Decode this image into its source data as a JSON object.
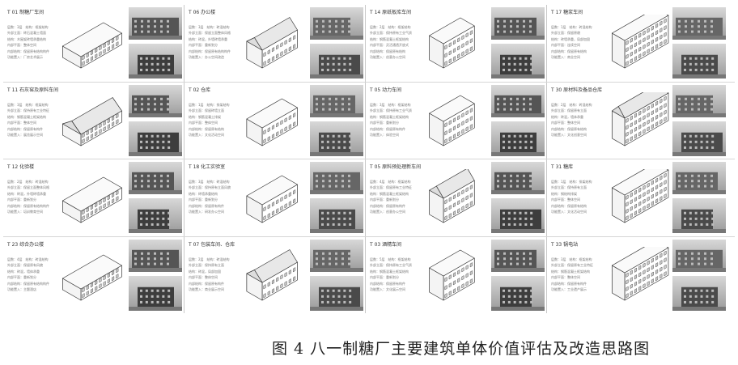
{
  "caption": "图 4  八一制糖厂主要建筑单体价值评估及改造思路图",
  "cells": [
    {
      "title": "T 01 制糖厂车间",
      "lines": [
        "层数：3层　结构：框架结构",
        "外部立面：砖石混凝土墙面",
        "结构：木屋架砖墙承重结构",
        "内部平面：整体空间",
        "内部结构：保留原有结构构件",
        "功能置入：厂房艺术展示"
      ]
    },
    {
      "title": "T 06 办公楼",
      "lines": [
        "层数：3层　结构：砖混结构",
        "外部立面：保留立面整体风格",
        "结构：砖混，外墙砖墙承重",
        "内部平面：重新划分",
        "内部结构：保留原有结构构件",
        "功能置入：办公空间改造"
      ]
    },
    {
      "title": "T 14 原纸板库车间",
      "lines": [
        "层数：2层　结构：框架结构",
        "外部立面：保持原有工业气质",
        "结构：钢筋混凝土框架结构",
        "内部平面：灵活通透开放式",
        "内部结构：保留原有结构",
        "功能置入：创意办公空间"
      ]
    },
    {
      "title": "T 17 糖浆车间",
      "lines": [
        "层数：1层　结构：砖混结构",
        "外部立面：保留原貌",
        "结构：砖墙承重，局部加固",
        "内部平面：连续空间",
        "内部结构：保留原有结构",
        "功能置入：商业空间"
      ]
    },
    {
      "title": "T 11 石灰窑及原料车间",
      "lines": [
        "层数：3层　结构：框架结构",
        "外部立面：保持原有工业特征",
        "结构：钢筋混凝土框架结构",
        "内部平面：整体空间",
        "内部结构：保留原有构件",
        "功能置入：展览展示空间"
      ]
    },
    {
      "title": "T 02 仓库",
      "lines": [
        "层数：1层　结构：排架结构",
        "外部立面：保留砖墙立面",
        "结构：钢筋混凝土排架",
        "内部平面：整体空间",
        "内部结构：保留原有结构",
        "功能置入：文化活动空间"
      ]
    },
    {
      "title": "T 05 动力车间",
      "lines": [
        "层数：3层　结构：框架结构",
        "外部立面：保持原有工业气质",
        "结构：钢筋混凝土框架结构",
        "内部平面：重新划分",
        "内部结构：保留原有构件",
        "功能置入：体验空间"
      ]
    },
    {
      "title": "T 30 原材料及备品仓库",
      "lines": [
        "层数：2层　结构：砖混结构",
        "外部立面：保留原有立面",
        "结构：砖混，墙体承重",
        "内部平面：整体空间",
        "内部结构：保留原有结构",
        "功能置入：文化创意空间"
      ]
    },
    {
      "title": "T 12 化验楼",
      "lines": [
        "层数：2层　结构：砖混结构",
        "外部立面：保留立面整体风格",
        "结构：砖混，外墙砖墙承重",
        "内部平面：重新划分",
        "内部结构：保留原有结构构件",
        "功能置入：培训教育空间"
      ]
    },
    {
      "title": "T 18 化工实验室",
      "lines": [
        "层数：3层　结构：砖混结构",
        "外部立面：保持原有立面风貌",
        "结构：砖墙承重结构",
        "内部平面：重新划分",
        "内部结构：保留原有构件",
        "功能置入：研发办公空间"
      ]
    },
    {
      "title": "T 05 原料预处理新车间",
      "lines": [
        "层数：4层　结构：框架结构",
        "外部立面：保留原有工业特征",
        "结构：钢筋混凝土框架结构",
        "内部平面：重新划分",
        "内部结构：保留原有构件",
        "功能置入：创意办公空间"
      ]
    },
    {
      "title": "T 31 糖库",
      "lines": [
        "层数：1层　结构：排架结构",
        "外部立面：保持原有立面",
        "结构：钢结构排架",
        "内部平面：整体空间",
        "内部结构：保留原有结构",
        "功能置入：文化活动空间"
      ]
    },
    {
      "title": "T 23 综合办公楼",
      "lines": [
        "层数：4层　结构：砖混结构",
        "外部立面：保留原有风貌",
        "结构：砖混，墙体承重",
        "内部平面：重新划分",
        "内部结构：保留原有结构构件",
        "功能置入：主题酒店"
      ]
    },
    {
      "title": "T 07 包装车间、仓库",
      "lines": [
        "层数：2层　结构：砖混结构",
        "外部立面：保持原有立面",
        "结构：砖混，局部加固",
        "内部平面：整体空间",
        "内部结构：保留原有构件",
        "功能置入：商业展示空间"
      ]
    },
    {
      "title": "T 03 酒精车间",
      "lines": [
        "层数：5层　结构：框架结构",
        "外部立面：保持原有工业气质",
        "结构：钢筋混凝土框架结构",
        "内部平面：重新划分",
        "内部结构：保留原有构件",
        "功能置入：文化展示空间"
      ]
    },
    {
      "title": "T 33 锅电站",
      "lines": [
        "层数：3层　结构：框架结构",
        "外部立面：保留原有工业特征",
        "结构：钢筋混凝土框架结构",
        "内部平面：整体空间",
        "内部结构：保留原有构件",
        "功能置入：工业遗产展示"
      ]
    }
  ]
}
